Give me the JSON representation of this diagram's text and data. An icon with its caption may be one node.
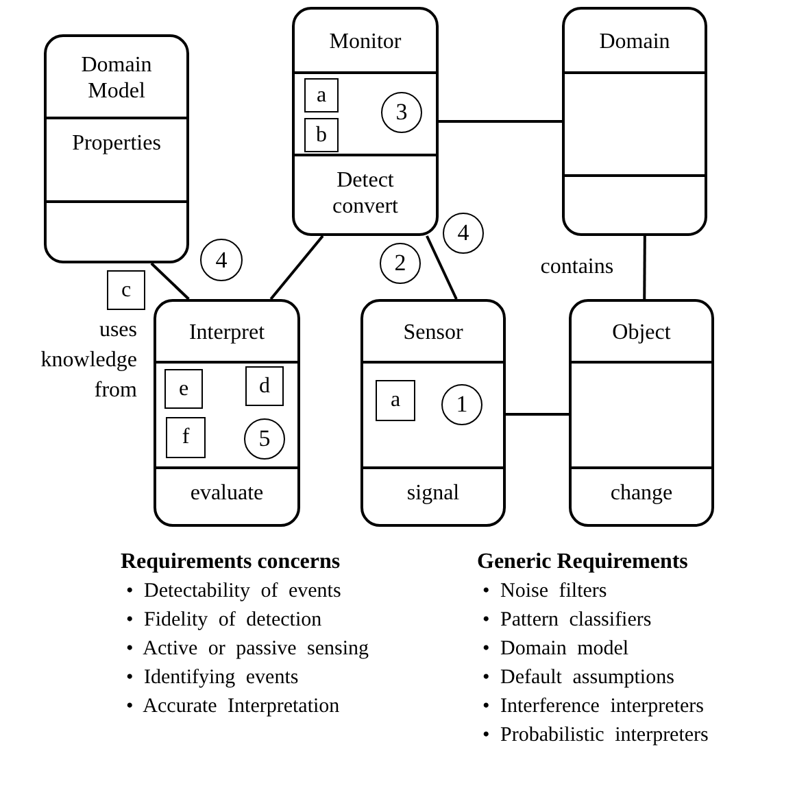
{
  "diagram": {
    "nodes": [
      {
        "text": [
          "Domain Model",
          "Properties"
        ]
      },
      {
        "text": [
          "Monitor",
          "Detect convert"
        ]
      },
      {
        "text": [
          "a"
        ],
        "in": 1
      },
      {
        "text": [
          "b"
        ],
        "in": 1
      },
      {
        "text": [
          "3"
        ],
        "in": 1
      },
      {
        "text": [
          "Domain"
        ]
      },
      {
        "text": [
          "4"
        ]
      },
      {
        "text": [
          "2"
        ]
      },
      {
        "text": [
          "4"
        ]
      },
      {
        "text": [
          "c"
        ],
        "beside": [
          "uses knowledge from"
        ]
      },
      {
        "text": [
          "Interpret",
          "evaluate"
        ]
      },
      {
        "text": [
          "e"
        ],
        "in": 10
      },
      {
        "text": [
          "d"
        ],
        "in": 10
      },
      {
        "text": [
          "f"
        ],
        "in": 10
      },
      {
        "text": [
          "5"
        ],
        "in": 10
      },
      {
        "text": [
          "Sensor",
          "signal"
        ]
      },
      {
        "text": [
          "a"
        ],
        "in": 15
      },
      {
        "text": [
          "1"
        ],
        "in": 15
      },
      {
        "text": [
          "Object",
          "change"
        ]
      }
    ],
    "edges": [
      {
        "from": 0,
        "to": 10,
        "arrow": "none"
      },
      {
        "from": 1,
        "to": 10,
        "arrow": "none"
      },
      {
        "from": 1,
        "to": 15,
        "arrow": "none"
      },
      {
        "from": 1,
        "to": 5,
        "arrow": "none"
      },
      {
        "from": 5,
        "to": 18,
        "arrow": "none",
        "label": "contains"
      },
      {
        "from": 15,
        "to": 18,
        "arrow": "none"
      }
    ],
    "labels": [
      "Requirements concerns",
      "• Detectability of events",
      "• Fidelity of detection",
      "• Active or passive sensing",
      "• Identifying events",
      "• Accurate Interpretation",
      "Generic Requirements",
      "• Noise filters",
      "• Pattern classifiers",
      "• Domain model",
      "• Default assumptions",
      "• Interference interpreters",
      "• Probabilistic interpreters"
    ]
  }
}
